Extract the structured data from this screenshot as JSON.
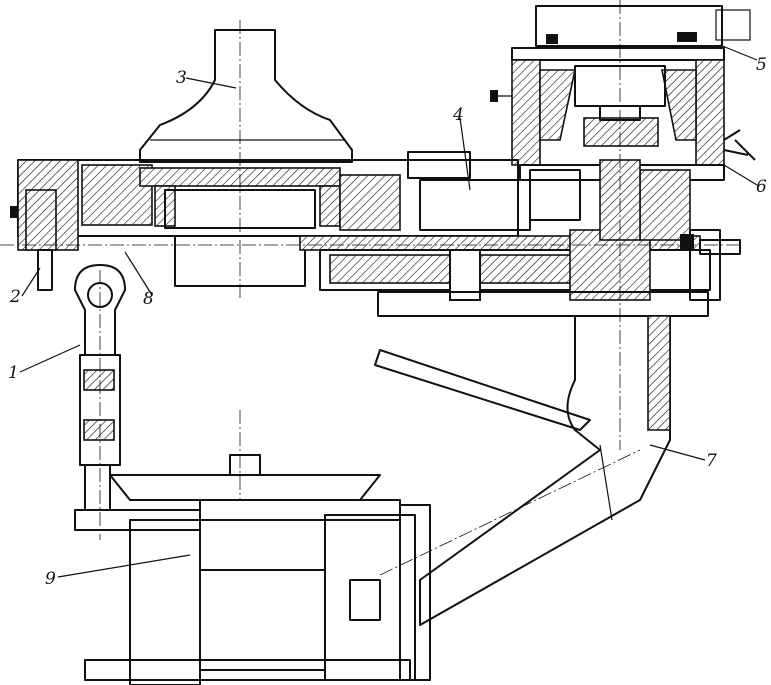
{
  "callouts": [
    {
      "id": "c1",
      "text": "1"
    },
    {
      "id": "c2",
      "text": "2"
    },
    {
      "id": "c3",
      "text": "3"
    },
    {
      "id": "c4",
      "text": "4"
    },
    {
      "id": "c5",
      "text": "5"
    },
    {
      "id": "c6",
      "text": "6"
    },
    {
      "id": "c7",
      "text": "7"
    },
    {
      "id": "c8",
      "text": "8"
    },
    {
      "id": "c9",
      "text": "9"
    }
  ]
}
